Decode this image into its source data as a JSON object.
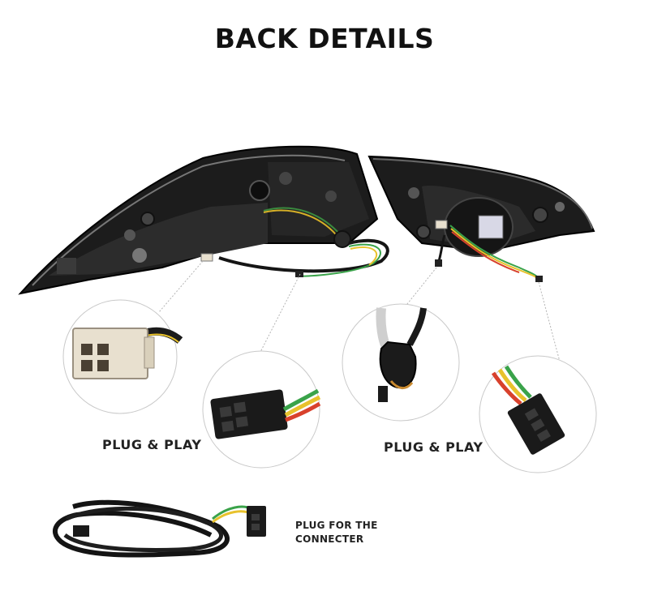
{
  "header": {
    "title": "BACK DETAILS"
  },
  "captions": {
    "left": "PLUG & PLAY",
    "right": "PLUG & PLAY"
  },
  "cable_note": {
    "line1": "PLUG FOR THE",
    "line2": "CONNECTER"
  },
  "colors": {
    "housing": "#1c1c1c",
    "wire_green": "#3aa34a",
    "wire_yellow": "#e8c22c",
    "wire_red": "#d8412c",
    "connector_beige": "#e8e0cf"
  }
}
